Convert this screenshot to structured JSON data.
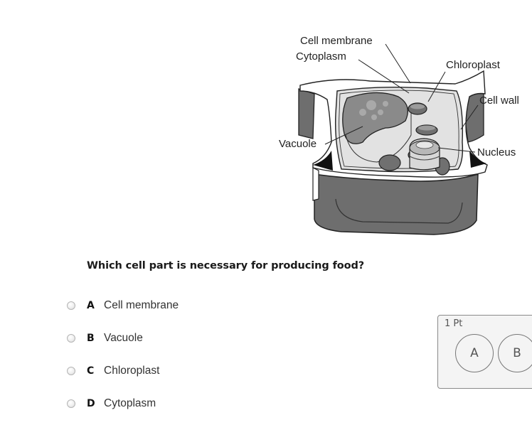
{
  "diagram": {
    "labels": {
      "cell_membrane": "Cell membrane",
      "cytoplasm": "Cytoplasm",
      "chloroplast": "Chloroplast",
      "cell_wall": "Cell wall",
      "vacuole": "Vacuole",
      "nucleus": "Nucleus"
    }
  },
  "question": {
    "text": "Which cell part is necessary for producing food?",
    "options": [
      {
        "letter": "A",
        "text": "Cell membrane"
      },
      {
        "letter": "B",
        "text": "Vacuole"
      },
      {
        "letter": "C",
        "text": "Chloroplast"
      },
      {
        "letter": "D",
        "text": "Cytoplasm"
      }
    ]
  },
  "scorebox": {
    "points": "1 Pt",
    "choices": [
      "A",
      "B"
    ]
  }
}
